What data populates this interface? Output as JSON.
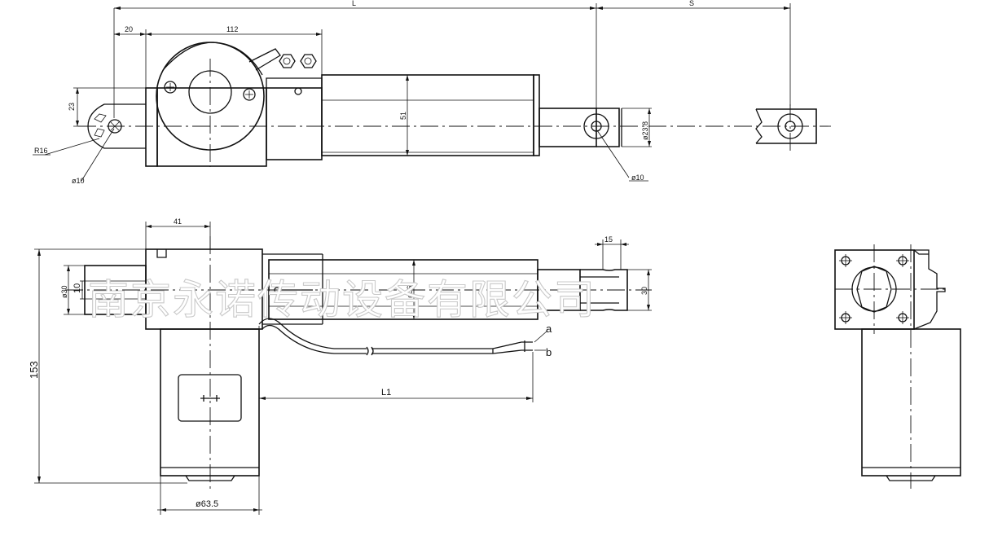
{
  "dimensions": {
    "overall_length": "L",
    "stroke": "S",
    "rear_offset": "20",
    "housing_width": "112",
    "clevis_height": "23",
    "tube_height": "51",
    "rear_radius": "R16",
    "rear_hole": "ø10",
    "front_hole": "ø10",
    "rod_diameter": "ø23.8",
    "motor_offset": "41",
    "rear_pin_outer": "ø30",
    "rear_pin_inner": "10",
    "tube_diameter": "ø36",
    "rod_end_length": "15",
    "rod_end_width": "30",
    "total_height": "153",
    "cable_length": "L1",
    "motor_diameter": "ø63.5"
  },
  "wires": {
    "wire_a": "a",
    "wire_b": "b"
  },
  "watermark": "南京永诺传动设备有限公司"
}
